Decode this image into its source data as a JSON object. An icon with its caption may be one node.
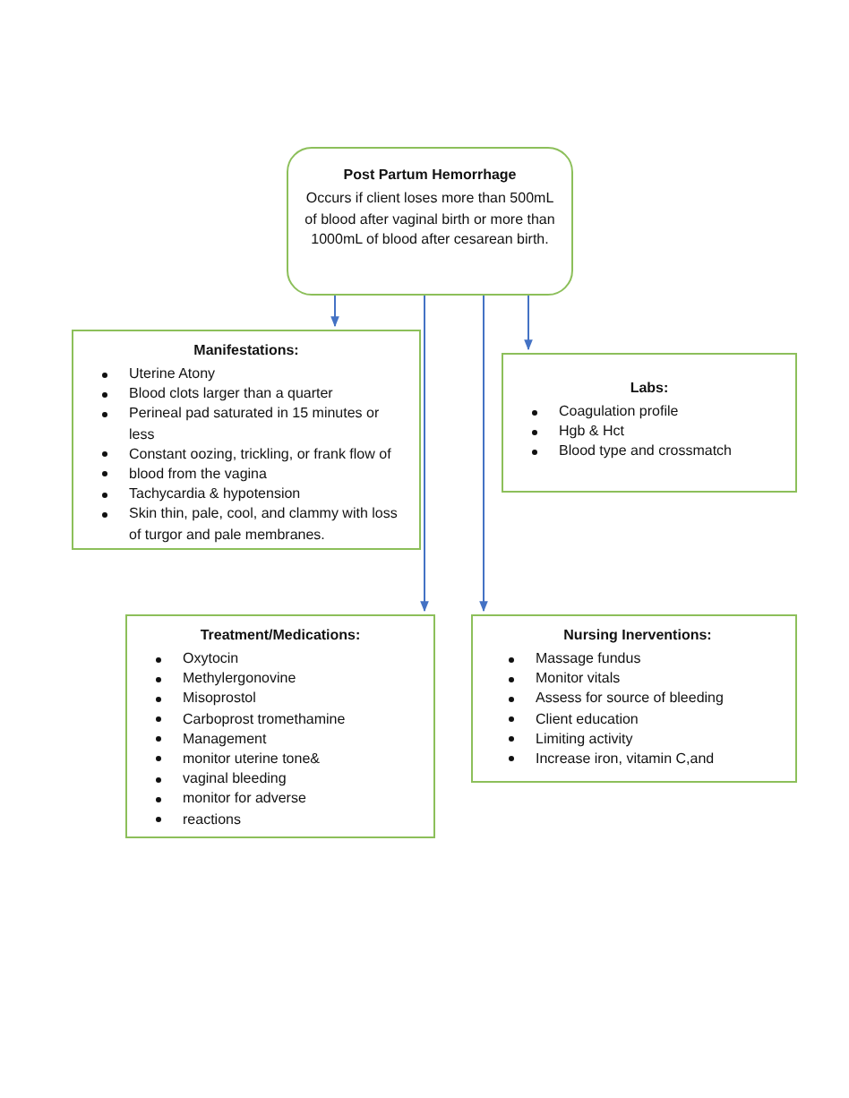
{
  "diagram": {
    "nodes": [
      {
        "text": [
          "Post Partum Hemorrhage",
          "Occurs if client loses more than 500mL of blood after vaginal birth or more than 1000mL of blood after cesarean birth."
        ]
      },
      {
        "text": [
          "Manifestations:",
          "Uterine Atony",
          "Blood clots larger than a quarter",
          "Perineal pad saturated in 15 minutes or less",
          "Constant oozing, trickling, or frank flow of",
          "blood from the vagina",
          "Tachycardia & hypotension",
          "Skin thin, pale, cool, and clammy with loss of turgor and pale membranes."
        ]
      },
      {
        "text": [
          "Labs:",
          "Coagulation profile",
          "Hgb & Hct",
          "Blood type and crossmatch"
        ]
      },
      {
        "text": [
          "Treatment/Medications:",
          "Oxytocin",
          "Methylergonovine",
          "Misoprostol",
          "Carboprost tromethamine",
          "Management",
          "monitor uterine tone&",
          "vaginal bleeding",
          "monitor for adverse",
          "reactions"
        ]
      },
      {
        "text": [
          "Nursing Inerventions:",
          "Massage fundus",
          "Monitor vitals",
          "Assess for source of bleeding",
          "Client education",
          "Limiting activity",
          "Increase iron, vitamin C,and"
        ]
      }
    ],
    "edges": [
      {
        "from": 0,
        "to": 1,
        "arrow": "to"
      },
      {
        "from": 0,
        "to": 2,
        "arrow": "to"
      },
      {
        "from": 0,
        "to": 3,
        "arrow": "to"
      },
      {
        "from": 0,
        "to": 4,
        "arrow": "to"
      }
    ]
  }
}
